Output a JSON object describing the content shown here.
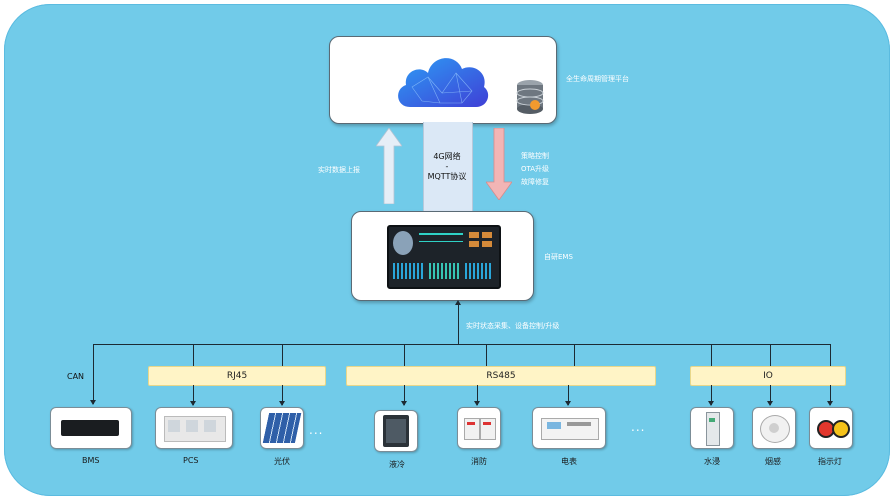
{
  "platform": {
    "label": "全生命周期管理平台"
  },
  "network": {
    "line1": "4G网络",
    "line2": "-",
    "line3": "MQTT协议"
  },
  "uplink": {
    "label": "实时数据上报"
  },
  "downlink": {
    "line1": "策略控制",
    "line2": "OTA升级",
    "line3": "故障修复"
  },
  "ems": {
    "label": "自研EMS"
  },
  "collect": {
    "label": "实时状态采集、设备控制/升级"
  },
  "buses": {
    "can": "CAN",
    "rj45": "RJ45",
    "rs485": "RS485",
    "io": "IO"
  },
  "devices": {
    "bms": "BMS",
    "pcs": "PCS",
    "pv": "光伏",
    "cooling": "液冷",
    "fire": "消防",
    "meter": "电表",
    "water": "水浸",
    "smoke": "烟感",
    "indicator": "指示灯"
  },
  "ellipsis": "...",
  "colors": {
    "background": "#71cbe9",
    "bus": "#fff4c6",
    "uplink_arrow": "#e6eef7",
    "downlink_arrow": "#f2b5b5",
    "network_band": "#dbe8f6"
  }
}
